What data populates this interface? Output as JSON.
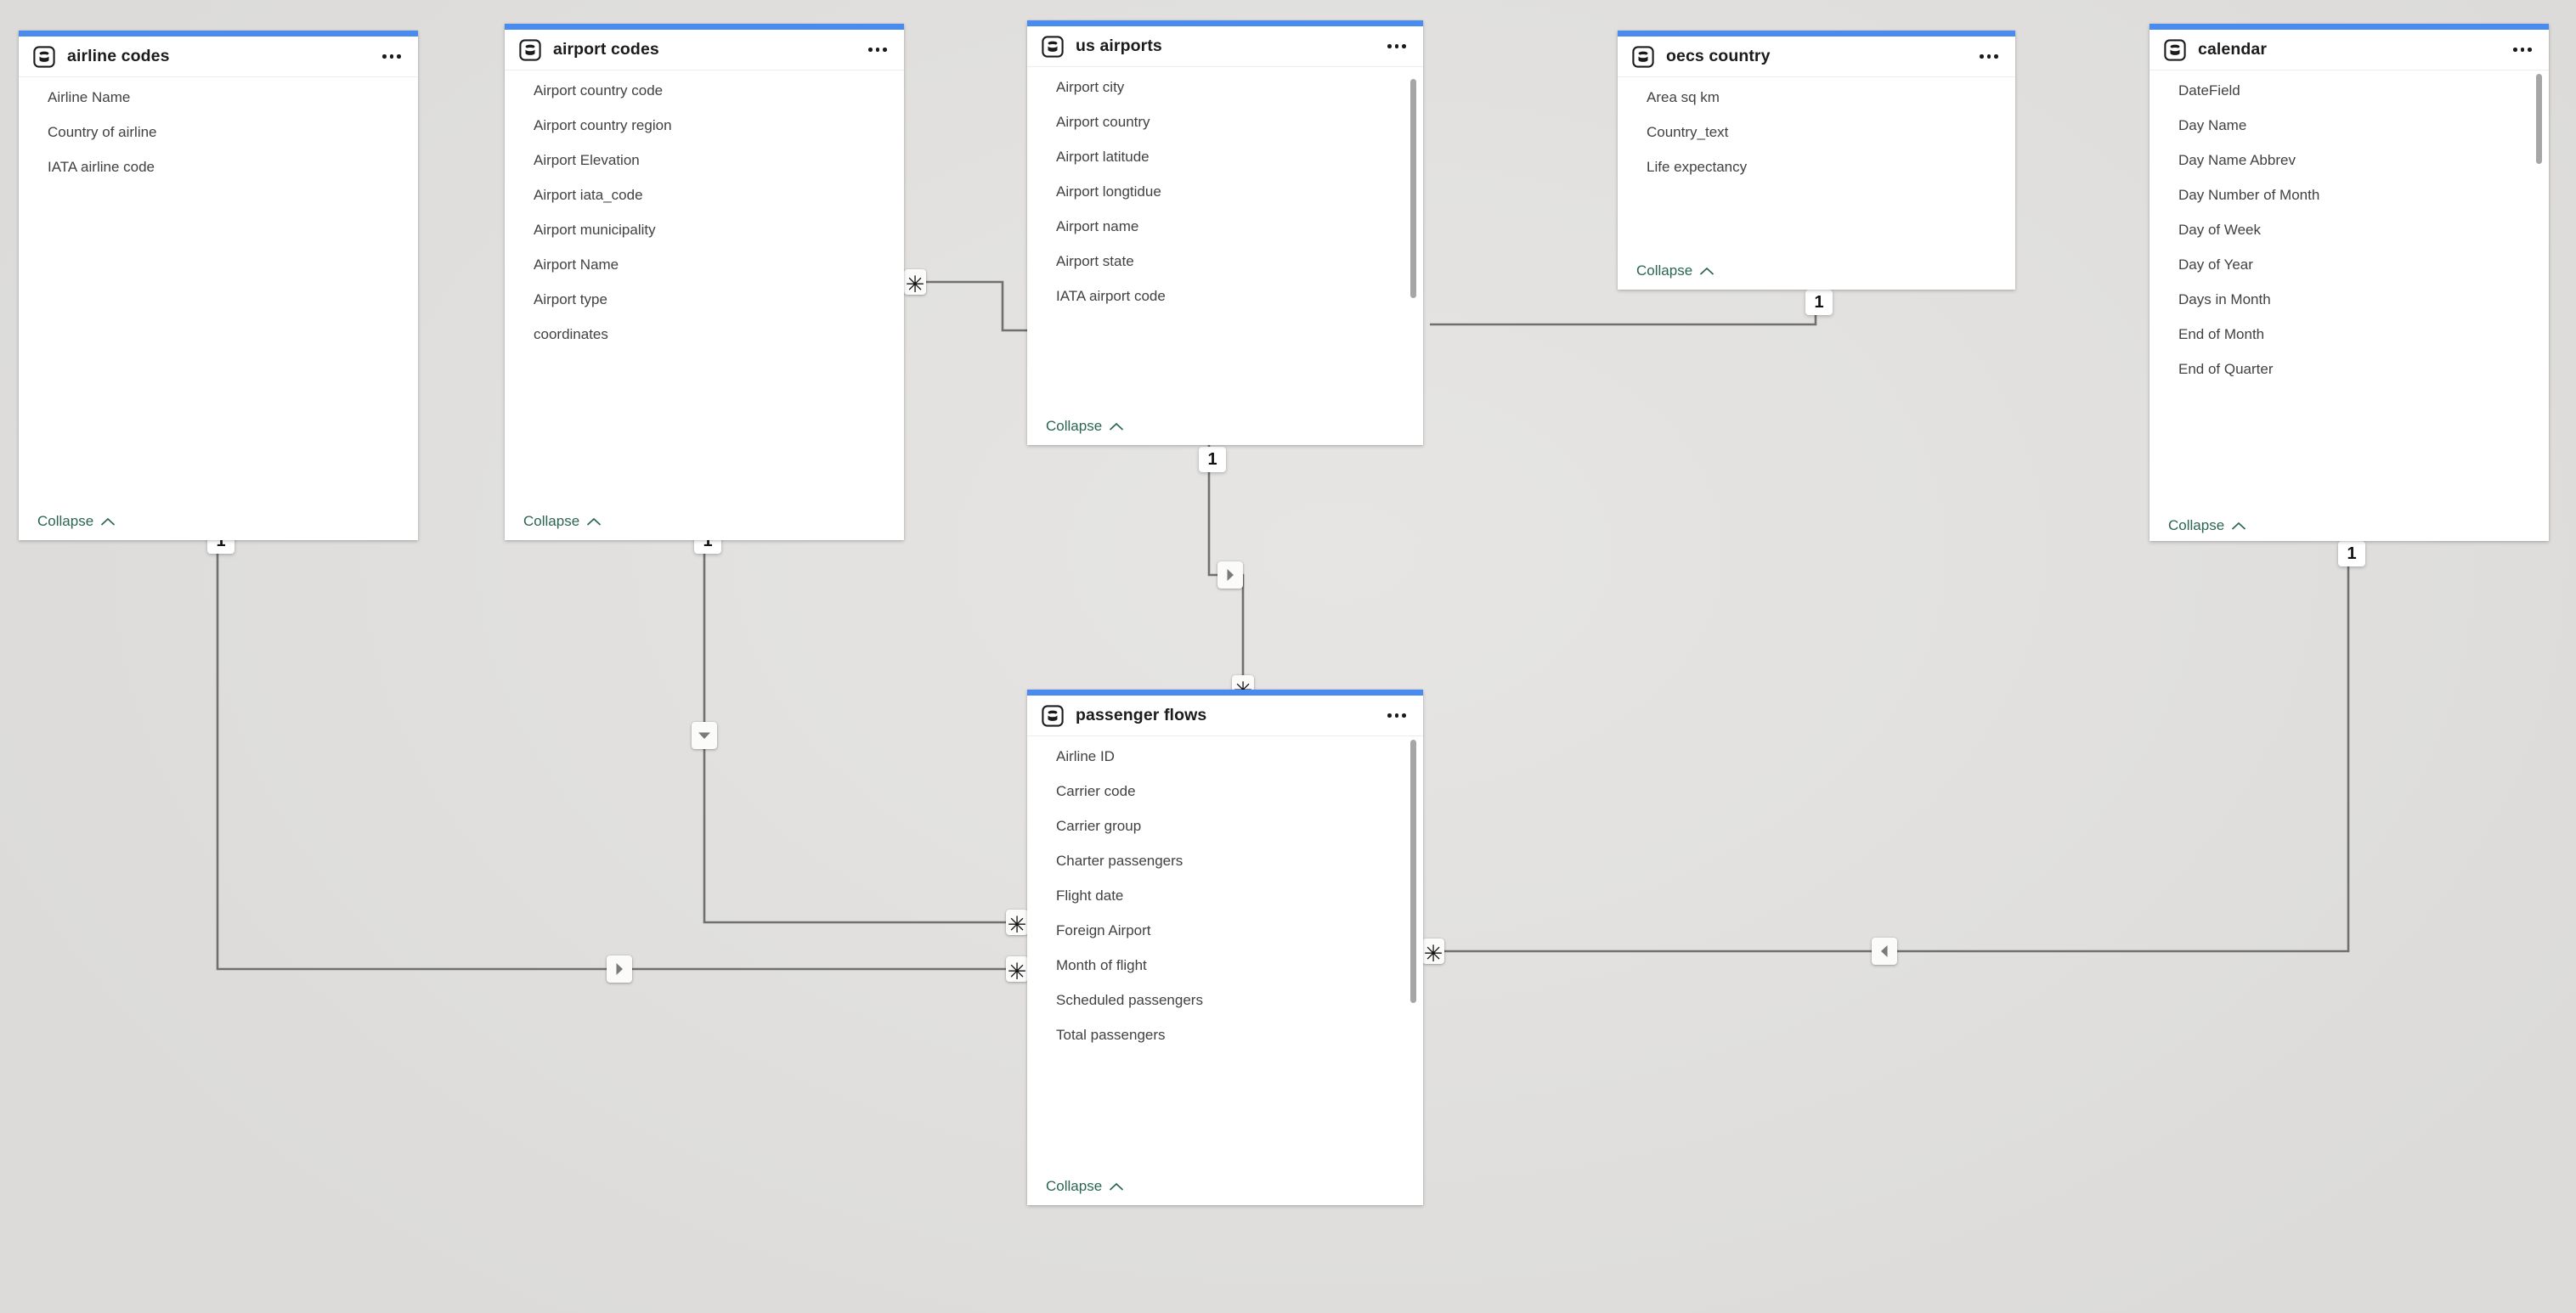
{
  "view": {
    "name": "model-relationship-diagram",
    "accent_color": "#4a8bf0",
    "canvas_background": "#e3e3e1",
    "line_color": "#707070",
    "collapse_link_color": "#2a6552"
  },
  "labels": {
    "collapse": "Collapse",
    "more_options": "…",
    "table_icon": "database-table-icon",
    "collapse_chevron": "chevron-up-icon"
  },
  "tables": [
    {
      "id": "airline-codes",
      "title": "airline codes",
      "fields": [
        "Airline Name",
        "Country of airline",
        "IATA airline code"
      ],
      "has_scrollbar": false,
      "collapse": "Collapse"
    },
    {
      "id": "airport-codes",
      "title": "airport codes",
      "fields": [
        "Airport country code",
        "Airport country region",
        "Airport Elevation",
        "Airport iata_code",
        "Airport municipality",
        "Airport Name",
        "Airport type",
        "coordinates"
      ],
      "has_scrollbar": false,
      "collapse": "Collapse"
    },
    {
      "id": "us-airports",
      "title": "us airports",
      "fields": [
        "Airport city",
        "Airport country",
        "Airport latitude",
        "Airport longtidue",
        "Airport name",
        "Airport state",
        "IATA airport code"
      ],
      "has_scrollbar": true,
      "collapse": "Collapse"
    },
    {
      "id": "oecs-country",
      "title": "oecs country",
      "fields": [
        "Area sq km",
        "Country_text",
        "Life expectancy"
      ],
      "has_scrollbar": false,
      "collapse": "Collapse"
    },
    {
      "id": "calendar",
      "title": "calendar",
      "fields": [
        "DateField",
        "Day Name",
        "Day Name Abbrev",
        "Day Number of Month",
        "Day of Week",
        "Day of Year",
        "Days in Month",
        "End of Month",
        "End of Quarter"
      ],
      "has_scrollbar": true,
      "collapse": "Collapse"
    },
    {
      "id": "passenger-flows",
      "title": "passenger flows",
      "fields": [
        "Airline ID",
        "Carrier code",
        "Carrier group",
        "Charter passengers",
        "Flight date",
        "Foreign Airport",
        "Month of flight",
        "Scheduled passengers",
        "Total passengers"
      ],
      "has_scrollbar": true,
      "collapse": "Collapse"
    }
  ],
  "relationships": [
    {
      "id": "airport-codes-to-us-airports",
      "from": "airport codes",
      "to": "us airports",
      "from_cardinality": "*",
      "to_cardinality": "1"
    },
    {
      "id": "airline-codes-to-passenger-flows",
      "from": "airline codes",
      "to": "passenger flows",
      "from_cardinality": "1",
      "to_cardinality": "*",
      "cross_filter": "single"
    },
    {
      "id": "airport-codes-to-passenger-flows",
      "from": "airport codes",
      "to": "passenger flows",
      "from_cardinality": "1",
      "to_cardinality": "*",
      "cross_filter": "both"
    },
    {
      "id": "us-airports-to-passenger-flows",
      "from": "us airports",
      "to": "passenger flows",
      "from_cardinality": "1",
      "to_cardinality": "*",
      "cross_filter": "single"
    },
    {
      "id": "calendar-to-passenger-flows",
      "from": "calendar",
      "to": "passenger flows",
      "from_cardinality": "1",
      "to_cardinality": "*",
      "cross_filter": "single"
    },
    {
      "id": "oecs-country-to-us-airports",
      "from": "oecs country",
      "to": "us airports",
      "from_cardinality": "1",
      "to_cardinality": "1"
    }
  ],
  "badges": [
    {
      "id": "b-airline-one",
      "kind": "cardinality",
      "text": "1"
    },
    {
      "id": "b-airport-one",
      "kind": "cardinality",
      "text": "1"
    },
    {
      "id": "b-usairports-one",
      "kind": "cardinality",
      "text": "1"
    },
    {
      "id": "b-oecs-one",
      "kind": "cardinality",
      "text": "1"
    },
    {
      "id": "b-calendar-one",
      "kind": "cardinality",
      "text": "1"
    },
    {
      "id": "b-airportcodes-many",
      "kind": "cardinality",
      "text": "✳"
    },
    {
      "id": "b-pf-top-many",
      "kind": "cardinality",
      "text": "✳"
    },
    {
      "id": "b-pf-left-many-upper",
      "kind": "cardinality",
      "text": "✳"
    },
    {
      "id": "b-pf-left-many-lower",
      "kind": "cardinality",
      "text": "✳"
    },
    {
      "id": "b-pf-right-many",
      "kind": "cardinality",
      "text": "✳"
    },
    {
      "id": "b-dir-airline",
      "kind": "direction",
      "glyph": "arrow-right-icon"
    },
    {
      "id": "b-dir-airport",
      "kind": "direction",
      "glyph": "arrow-down-icon"
    },
    {
      "id": "b-dir-usairports",
      "kind": "direction",
      "glyph": "arrow-right-icon"
    },
    {
      "id": "b-dir-calendar",
      "kind": "direction",
      "glyph": "arrow-left-icon"
    }
  ]
}
